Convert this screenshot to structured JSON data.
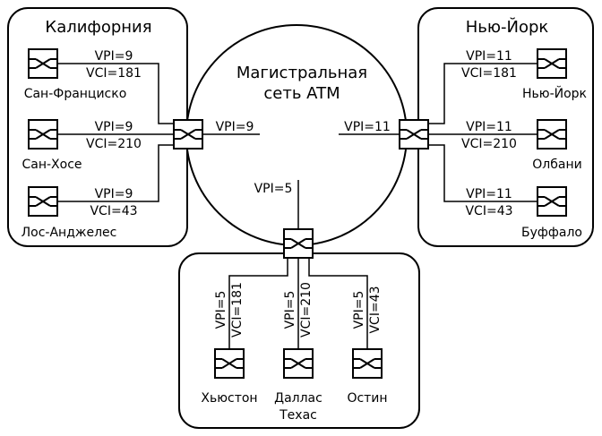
{
  "regions": {
    "california": "Калифорния",
    "newyork": "Нью-Йорк",
    "texas": "Техас"
  },
  "backbone": {
    "line1": "Магистральная",
    "line2": "сеть ATM"
  },
  "cities": {
    "sf": "Сан-Франциско",
    "sj": "Сан-Хосе",
    "la": "Лос-Анджелес",
    "ny": "Нью-Йорк",
    "albany": "Олбани",
    "buffalo": "Буффало",
    "houston": "Хьюстон",
    "dallas": "Даллас",
    "austin": "Остин"
  },
  "labels": {
    "ca_sf_vpi": "VPI=9",
    "ca_sf_vci": "VCI=181",
    "ca_sj_vpi": "VPI=9",
    "ca_sj_vci": "VCI=210",
    "ca_la_vpi": "VPI=9",
    "ca_la_vci": "VCI=43",
    "ca_trunk_vpi": "VPI=9",
    "ny_ny_vpi": "VPI=11",
    "ny_ny_vci": "VCI=181",
    "ny_albany_vpi": "VPI=11",
    "ny_albany_vci": "VCI=210",
    "ny_buffalo_vpi": "VPI=11",
    "ny_buffalo_vci": "VCI=43",
    "ny_trunk_vpi": "VPI=11",
    "tx_trunk_vpi": "VPI=5",
    "tx_houston_vpi": "VPI=5",
    "tx_houston_vci": "VCI=181",
    "tx_dallas_vpi": "VPI=5",
    "tx_dallas_vci": "VCI=210",
    "tx_austin_vpi": "VPI=5",
    "tx_austin_vci": "VCI=43"
  }
}
